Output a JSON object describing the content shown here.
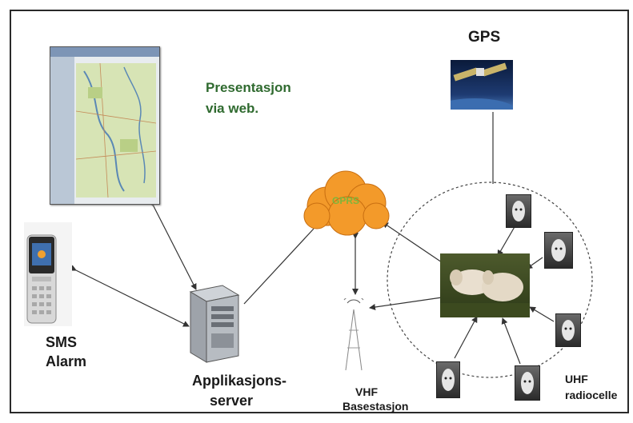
{
  "labels": {
    "gps": "GPS",
    "presentation_line1": "Presentasjon",
    "presentation_line2": "via web.",
    "gprs": "GPRS",
    "sms_line1": "SMS",
    "sms_line2": "Alarm",
    "server_line1": "Applikasjons-",
    "server_line2": "server",
    "vhf_line1": "VHF",
    "vhf_line2": "Basestasjon",
    "uhf_line1": "UHF",
    "uhf_line2": "radiocelle"
  },
  "colors": {
    "label_green": "#2f6a2f",
    "label_dark": "#1a1a1a",
    "cloud_orange": "#f39a2a",
    "gprs_text": "#7fb53a",
    "connector": "#333333"
  },
  "icons": {
    "gps": "satellite-icon",
    "web": "web-map-screenshot",
    "phone": "mobile-phone-icon",
    "server": "server-icon",
    "cloud": "gprs-cloud",
    "tower": "radio-tower-icon",
    "sheep": "sheep-photo"
  }
}
